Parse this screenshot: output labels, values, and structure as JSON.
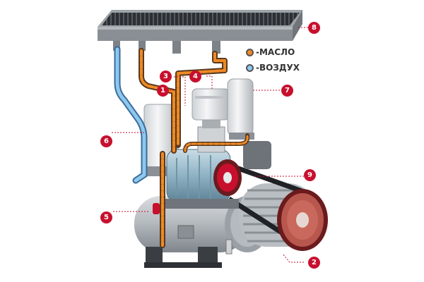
{
  "legend": [
    {
      "label": "-МАСЛО",
      "color": "#f08a24"
    },
    {
      "label": "-ВОЗДУХ",
      "color": "#8ec8ee"
    }
  ],
  "callouts": [
    "1",
    "2",
    "3",
    "4",
    "5",
    "6",
    "7",
    "8",
    "9"
  ],
  "colors": {
    "accent": "#c8102e",
    "oil": "#f08a24",
    "air": "#8ec8ee",
    "metal": "#9ea3a8",
    "motor": "#8fb2c4"
  },
  "icons": [
    "oil-legend-dot-icon",
    "air-legend-dot-icon"
  ]
}
